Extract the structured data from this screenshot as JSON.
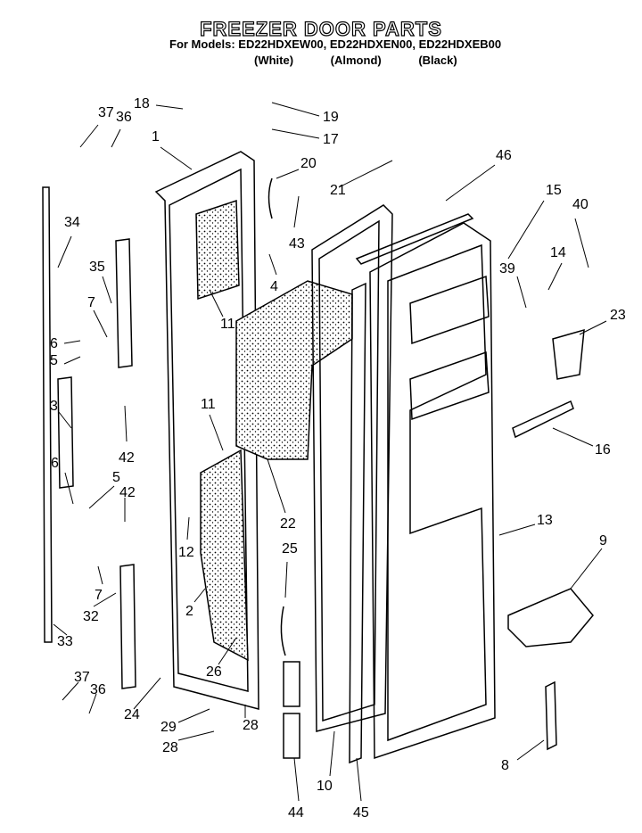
{
  "header": {
    "title": "FREEZER DOOR PARTS",
    "models_prefix": "For Models:",
    "models": "ED22HDXEW00, ED22HDXEN00, ED22HDXEB00",
    "colors": [
      "(White)",
      "(Almond)",
      "(Black)"
    ]
  },
  "callouts": [
    "18",
    "19",
    "17",
    "37",
    "36",
    "1",
    "20",
    "21",
    "46",
    "15",
    "34",
    "35",
    "40",
    "14",
    "39",
    "43",
    "4",
    "11",
    "23",
    "7",
    "6",
    "5",
    "3",
    "42",
    "11",
    "16",
    "22",
    "6",
    "5",
    "42",
    "13",
    "9",
    "12",
    "25",
    "7",
    "32",
    "2",
    "33",
    "26",
    "37",
    "36",
    "24",
    "29",
    "28",
    "28",
    "8",
    "10",
    "44",
    "45"
  ]
}
